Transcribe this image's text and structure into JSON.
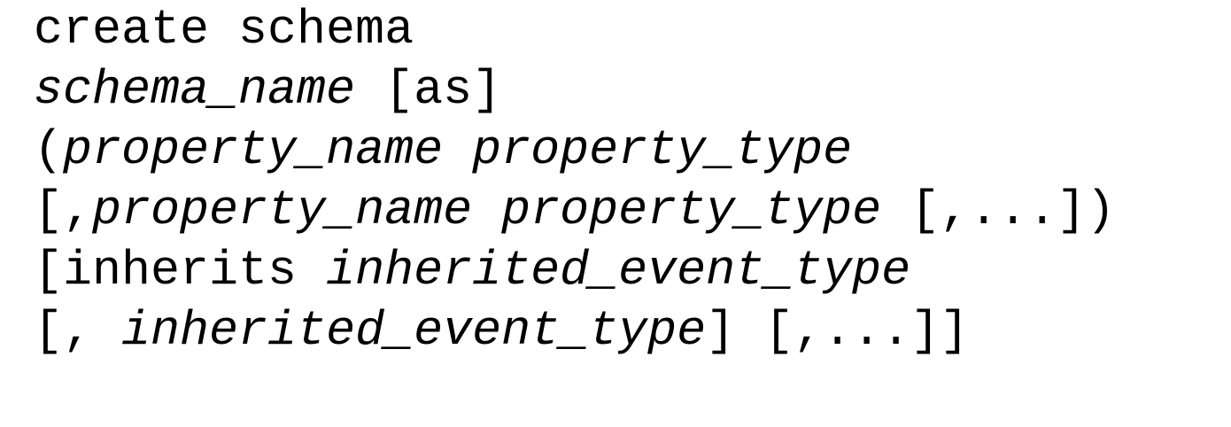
{
  "syntax": {
    "lines": [
      [
        {
          "text": "create schema",
          "italic": false
        }
      ],
      [
        {
          "text": "schema_name",
          "italic": true
        },
        {
          "text": " [as]",
          "italic": false
        }
      ],
      [
        {
          "text": "(",
          "italic": false
        },
        {
          "text": "property_name property_type",
          "italic": true
        }
      ],
      [
        {
          "text": "[,",
          "italic": false
        },
        {
          "text": "property_name property_type",
          "italic": true
        },
        {
          "text": " [,...])",
          "italic": false
        }
      ],
      [
        {
          "text": "[inherits ",
          "italic": false
        },
        {
          "text": "inherited_event_type",
          "italic": true
        }
      ],
      [
        {
          "text": "[, ",
          "italic": false
        },
        {
          "text": "inherited_event_type",
          "italic": true
        },
        {
          "text": "] [,...]]",
          "italic": false
        }
      ]
    ]
  }
}
